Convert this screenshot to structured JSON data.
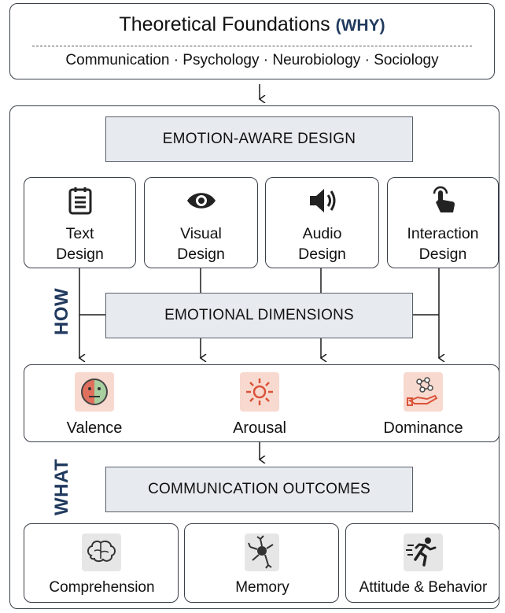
{
  "theory": {
    "title": "Theoretical Foundations",
    "why": "(WHY)",
    "subtitle": "Communication · Psychology · Neurobiology · Sociology"
  },
  "main_header": "EMOTION-AWARE DESIGN",
  "design_cards": [
    {
      "line1": "Text",
      "line2": "Design",
      "icon": "document-icon"
    },
    {
      "line1": "Visual",
      "line2": "Design",
      "icon": "eye-icon"
    },
    {
      "line1": "Audio",
      "line2": "Design",
      "icon": "speaker-icon"
    },
    {
      "line1": "Interaction",
      "line2": "Design",
      "icon": "touch-icon"
    }
  ],
  "side_labels": {
    "how": "HOW",
    "what": "WHAT"
  },
  "emotional_dimensions": "EMOTIONAL DIMENSIONS",
  "dimensions": [
    {
      "label": "Valence",
      "icon": "face-icon"
    },
    {
      "label": "Arousal",
      "icon": "sun-icon"
    },
    {
      "label": "Dominance",
      "icon": "hand-network-icon"
    }
  ],
  "communication_outcomes": "COMMUNICATION OUTCOMES",
  "outcomes": [
    {
      "label": "Comprehension",
      "icon": "brain-icon"
    },
    {
      "label": "Memory",
      "icon": "neuron-icon"
    },
    {
      "label": "Attitude & Behavior",
      "icon": "running-icon"
    }
  ],
  "colors": {
    "dark_blue": "#213a5e",
    "box_fill": "#e7eaef",
    "dimension_icon_bg": "#f8d9cf",
    "outcome_icon_bg": "#e6e6e6",
    "arrow": "#1b1b1b"
  }
}
